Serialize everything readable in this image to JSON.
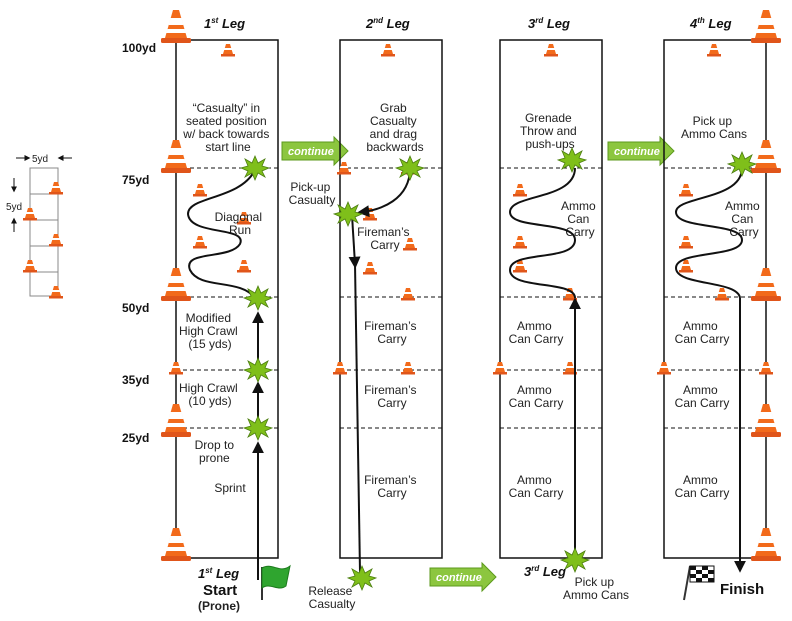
{
  "legend": {
    "width_label": "5yd",
    "spacing_label": "5yd"
  },
  "yard_markers": [
    "100yd",
    "75yd",
    "50yd",
    "35yd",
    "25yd"
  ],
  "continue_label": "continue",
  "lanes": [
    {
      "header_ordinal": "1",
      "header_suffix": "st",
      "header_word": " Leg",
      "instruction": [
        "“Casualty” in",
        "seated position",
        "w/ back towards",
        "start line"
      ],
      "zone_75_50": [
        "Diagonal",
        "Run"
      ],
      "zone_50_35": [
        "Modified",
        "High Crawl",
        "(15 yds)"
      ],
      "zone_35_25": [
        "High Crawl",
        "(10 yds)"
      ],
      "zone_25_0": [
        "Drop to",
        "prone",
        "",
        "Sprint"
      ]
    },
    {
      "header_ordinal": "2",
      "header_suffix": "nd",
      "header_word": " Leg",
      "instruction": [
        "Grab",
        "Casualty",
        "and drag",
        "backwards"
      ],
      "pickup": [
        "Pick-up",
        "Casualty"
      ],
      "zone_75_50": [
        "Fireman’s",
        "Carry"
      ],
      "zone_50_35": [
        "Fireman’s",
        "Carry"
      ],
      "zone_35_25": [
        "Fireman’s",
        "Carry"
      ],
      "zone_25_0": [
        "Fireman’s",
        "Carry"
      ]
    },
    {
      "header_ordinal": "3",
      "header_suffix": "rd",
      "header_word": " Leg",
      "instruction": [
        "Grenade",
        "Throw and",
        "push-ups"
      ],
      "zone_75_50": [
        "Ammo",
        "Can",
        "Carry"
      ],
      "zone_50_35": [
        "Ammo",
        "Can Carry"
      ],
      "zone_35_25": [
        "Ammo",
        "Can Carry"
      ],
      "zone_25_0": [
        "Ammo",
        "Can Carry"
      ]
    },
    {
      "header_ordinal": "4",
      "header_suffix": "th",
      "header_word": " Leg",
      "instruction": [
        "Pick up",
        "Ammo Cans"
      ],
      "zone_75_50": [
        "Ammo",
        "Can",
        "Carry"
      ],
      "zone_50_35": [
        "Ammo",
        "Can Carry"
      ],
      "zone_35_25": [
        "Ammo",
        "Can Carry"
      ],
      "zone_25_0": [
        "Ammo",
        "Can Carry"
      ]
    }
  ],
  "bottom": {
    "leg1_ordinal": "1",
    "leg1_suffix": "st",
    "leg1_word": " Leg",
    "start": "Start",
    "prone": "(Prone)",
    "release": [
      "Release",
      "Casualty"
    ],
    "leg3_ordinal": "3",
    "leg3_suffix": "rd",
    "leg3_word": " Leg",
    "pickup_cans": [
      "Pick up",
      "Ammo Cans"
    ],
    "finish": "Finish"
  },
  "colors": {
    "cone": "#f26a1b",
    "burst": "#7fbf1a",
    "arrow_fill": "#8cc63f",
    "line": "#111111"
  }
}
